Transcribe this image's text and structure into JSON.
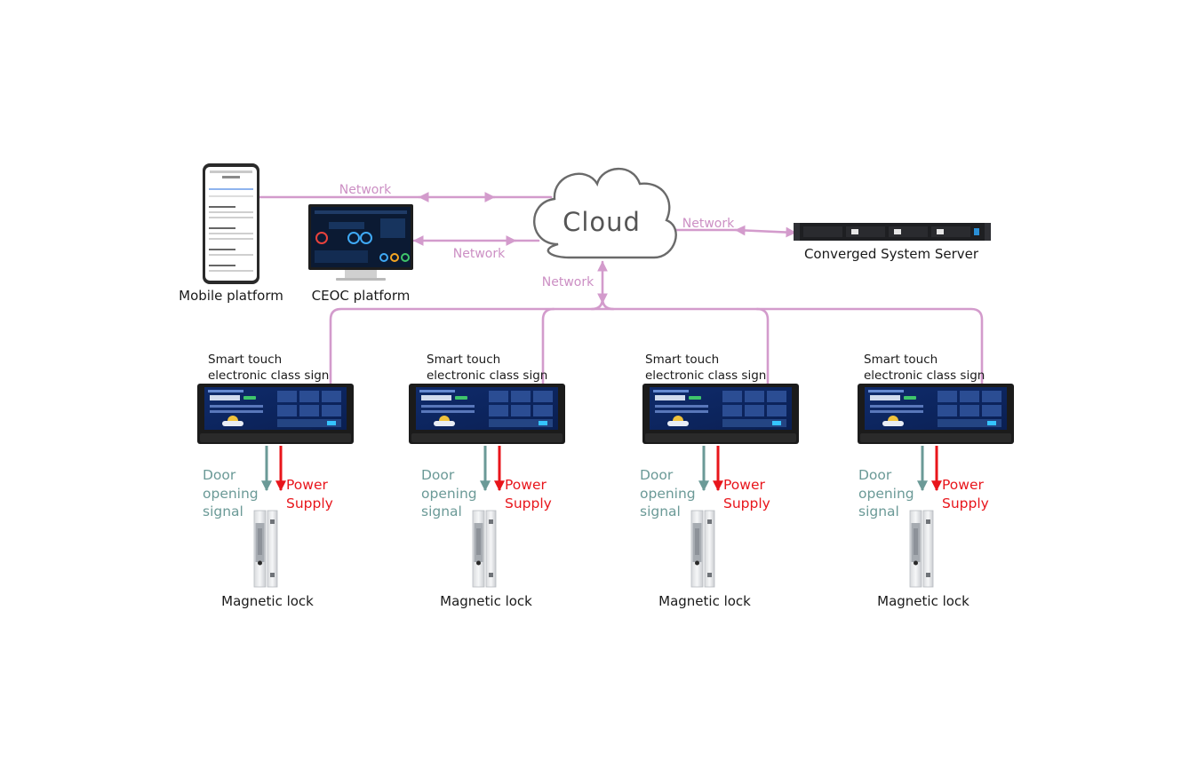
{
  "cloud": {
    "label": "Cloud"
  },
  "mobile": {
    "label": "Mobile platform"
  },
  "ceoc": {
    "label": "CEOC platform"
  },
  "server": {
    "label": "Converged System Server"
  },
  "network_label": "Network",
  "sign": {
    "line1": "Smart touch",
    "line2": "electronic class sign"
  },
  "signal": {
    "line1": "Door",
    "line2": "opening",
    "line3": "signal"
  },
  "power": {
    "line1": "Power",
    "line2": "Supply"
  },
  "lock": {
    "label": "Magnetic lock"
  },
  "colors": {
    "network": "#d39bcc",
    "signal": "#6b9a97",
    "power": "#e8151b"
  }
}
